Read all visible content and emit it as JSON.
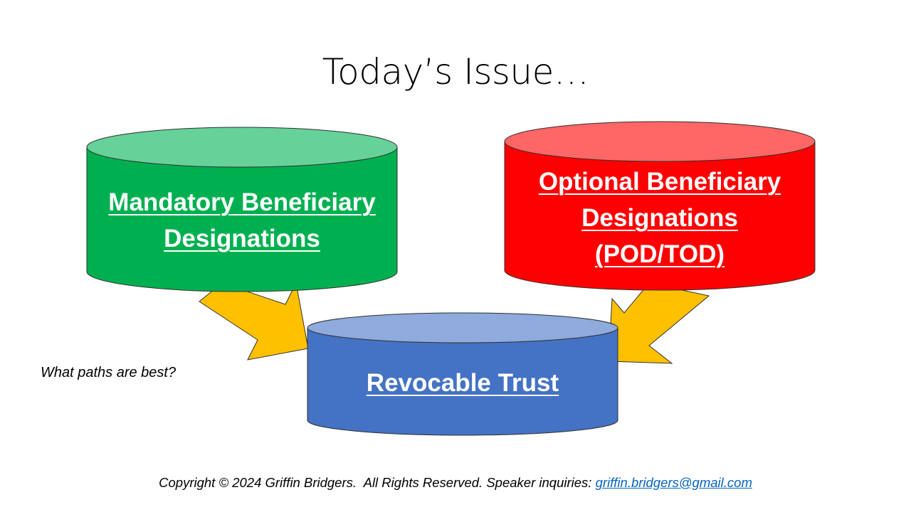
{
  "slide": {
    "title": "Today’s Issue…",
    "side_note": "What paths are best?"
  },
  "diagram": {
    "nodes": [
      {
        "id": "mandatory",
        "lines": [
          "Mandatory Beneficiary",
          "Designations"
        ],
        "body_color": "#00b050",
        "top_color": "#66d199"
      },
      {
        "id": "optional",
        "lines": [
          "Optional Beneficiary",
          "Designations",
          "(POD/TOD)"
        ],
        "body_color": "#ff0000",
        "top_color": "#ff6666"
      },
      {
        "id": "revocable",
        "lines": [
          "Revocable Trust"
        ],
        "body_color": "#4472c4",
        "top_color": "#8faadc"
      }
    ],
    "edges": [
      {
        "from": "mandatory",
        "to": "revocable"
      },
      {
        "from": "optional",
        "to": "revocable"
      }
    ],
    "arrow_color": "#ffc000",
    "outline_color": "#2f2f2f"
  },
  "footer": {
    "text": "Copyright © 2024 Griffin Bridgers.  All Rights Reserved. Speaker inquiries: ",
    "email": "griffin.bridgers@gmail.com",
    "link_color": "#0563c1"
  }
}
